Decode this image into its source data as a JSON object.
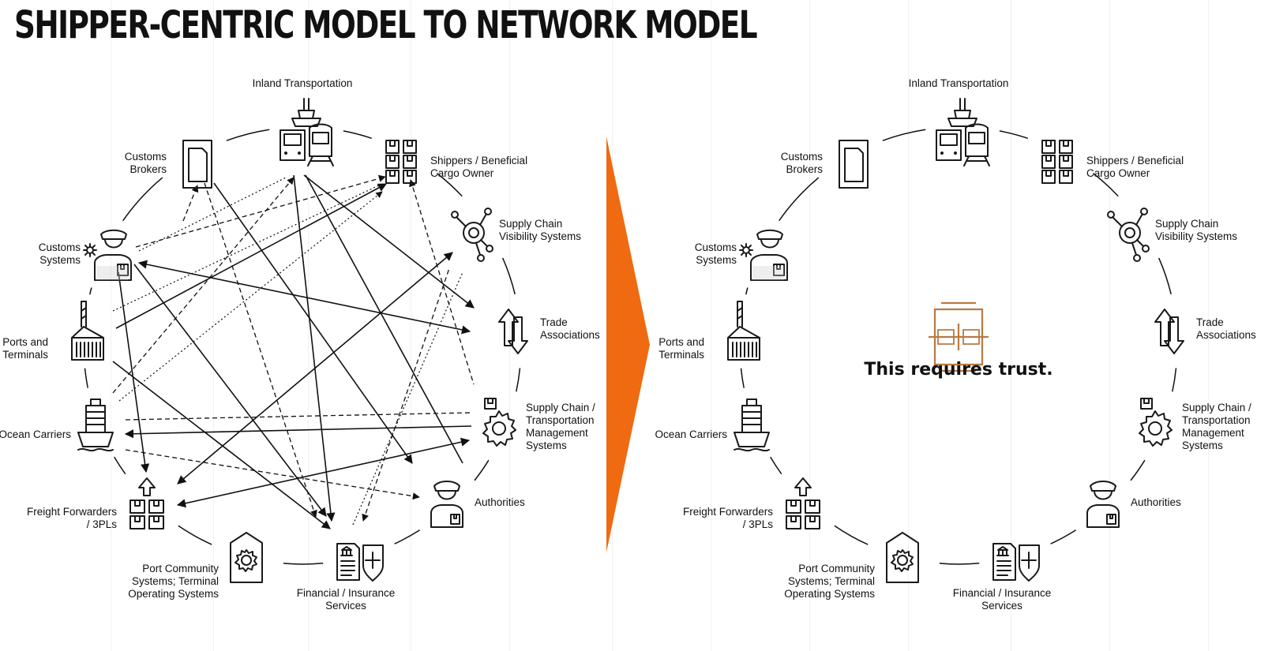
{
  "title": "SHIPPER-CENTRIC MODEL TO NETWORK MODEL",
  "center_message": "This requires trust.",
  "colors": {
    "arrow": "#ef6a10",
    "network_icon": "#b87a43",
    "text": "#111111"
  },
  "nodes": [
    {
      "id": "inland",
      "label_lines": [
        "Inland Transportation"
      ],
      "icon": "ship-train-truck-icon"
    },
    {
      "id": "shippers",
      "label_lines": [
        "Shippers / Beneficial",
        "Cargo Owner"
      ],
      "icon": "boxes-icon"
    },
    {
      "id": "scvs",
      "label_lines": [
        "Supply Chain",
        "Visibility Systems"
      ],
      "icon": "network-magnifier-icon"
    },
    {
      "id": "trade",
      "label_lines": [
        "Trade",
        "Associations"
      ],
      "icon": "up-down-arrows-icon"
    },
    {
      "id": "sctms",
      "label_lines": [
        "Supply Chain /",
        "Transportation",
        "Management",
        "Systems"
      ],
      "icon": "gear-box-icon"
    },
    {
      "id": "authorities",
      "label_lines": [
        "Authorities"
      ],
      "icon": "officer-icon"
    },
    {
      "id": "financial",
      "label_lines": [
        "Financial / Insurance",
        "Services"
      ],
      "icon": "document-shield-icon"
    },
    {
      "id": "pcs",
      "label_lines": [
        "Port Community",
        "Systems; Terminal",
        "Operating Systems"
      ],
      "icon": "gear-tag-icon"
    },
    {
      "id": "freight",
      "label_lines": [
        "Freight Forwarders",
        "/ 3PLs"
      ],
      "icon": "boxes-arrow-icon"
    },
    {
      "id": "ocean",
      "label_lines": [
        "Ocean Carriers"
      ],
      "icon": "container-ship-icon"
    },
    {
      "id": "ports",
      "label_lines": [
        "Ports and",
        "Terminals"
      ],
      "icon": "crane-container-icon"
    },
    {
      "id": "customs_sys",
      "label_lines": [
        "Customs",
        "Systems"
      ],
      "icon": "customs-officer-gear-icon"
    },
    {
      "id": "customs_brokers",
      "label_lines": [
        "Customs",
        "Brokers"
      ],
      "icon": "document-icon"
    }
  ]
}
